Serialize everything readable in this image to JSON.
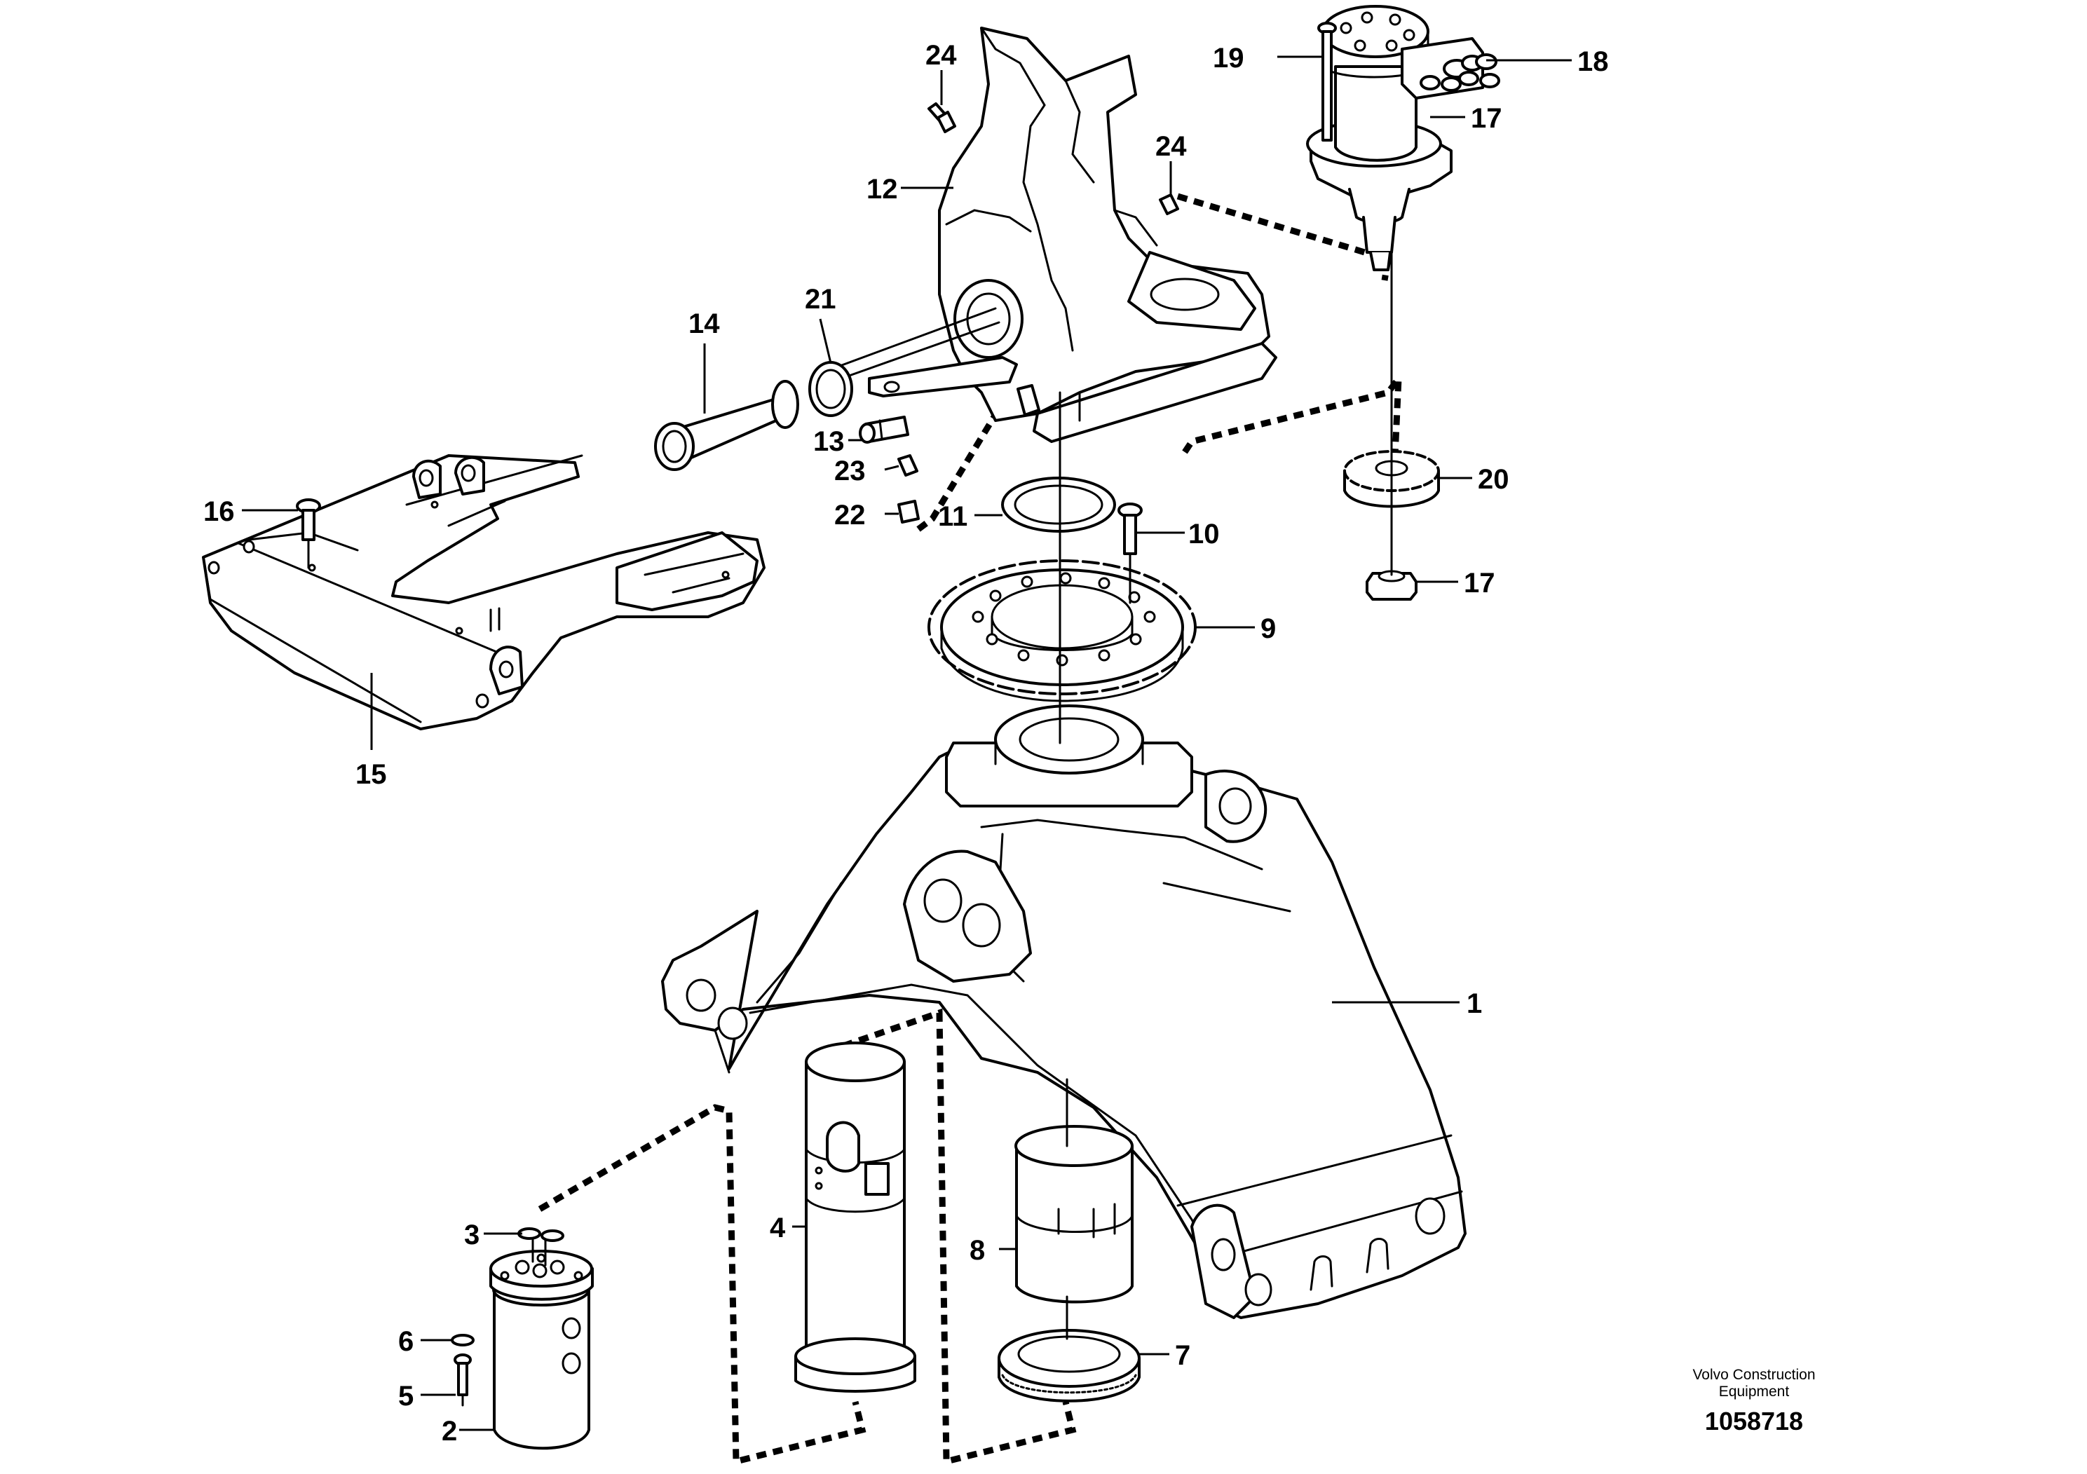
{
  "callouts": {
    "c1": "1",
    "c2": "2",
    "c3": "3",
    "c4": "4",
    "c5": "5",
    "c6": "6",
    "c7": "7",
    "c8": "8",
    "c9": "9",
    "c10": "10",
    "c11": "11",
    "c12": "12",
    "c13": "13",
    "c14": "14",
    "c15": "15",
    "c16": "16",
    "c17a": "17",
    "c17b": "17",
    "c18": "18",
    "c19": "19",
    "c20": "20",
    "c21": "21",
    "c22": "22",
    "c23": "23",
    "c24a": "24",
    "c24b": "24"
  },
  "footer": {
    "brand_line1": "Volvo Construction",
    "brand_line2": "Equipment",
    "document_number": "1058718"
  }
}
